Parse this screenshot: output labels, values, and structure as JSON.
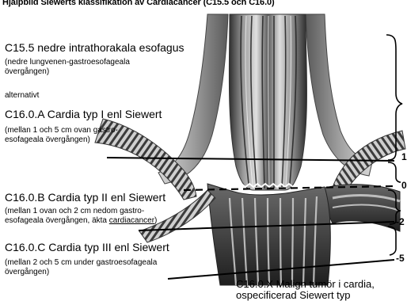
{
  "title": "Hjälpbild Siewerts klassifikation av Cardiacancer (C15.5 och C16.0)",
  "sections": {
    "c155": {
      "heading": "C15.5 nedre intrathorakala esofagus",
      "sub1": "(nedre lungvenen-gastroesofageala",
      "sub2": "övergången)"
    },
    "alternativ": "alternativt",
    "c160a": {
      "heading": "C16.0.A Cardia typ I enl Siewert",
      "sub1": "(mellan 1 och 5 cm ovan gastro-",
      "sub2": "esofageala övergången)"
    },
    "c160b": {
      "heading": "C16.0.B Cardia typ II enl Siewert",
      "sub1": "(mellan 1 ovan och 2 cm nedom gastro-",
      "sub2a": "esofageala övergången, äkta ",
      "sub2b": "cardiacancer",
      "sub2c": ")"
    },
    "c160c": {
      "heading": "C16.0.C Cardia typ III enl Siewert",
      "sub1": "(mellan 2 och 5 cm under gastroesofageala",
      "sub2": "övergången)"
    },
    "c160x": {
      "line1": "C16.0.X Malign tumör i cardia,",
      "line2": "ospecificerad Siewert typ"
    }
  },
  "axis": [
    "1",
    "0",
    "-2",
    "-5"
  ],
  "colors": {
    "ink": "#000000",
    "tissue_dark": "#3a3a3a",
    "tissue_mid": "#8a8a8a",
    "tissue_light": "#d6d6d6"
  }
}
